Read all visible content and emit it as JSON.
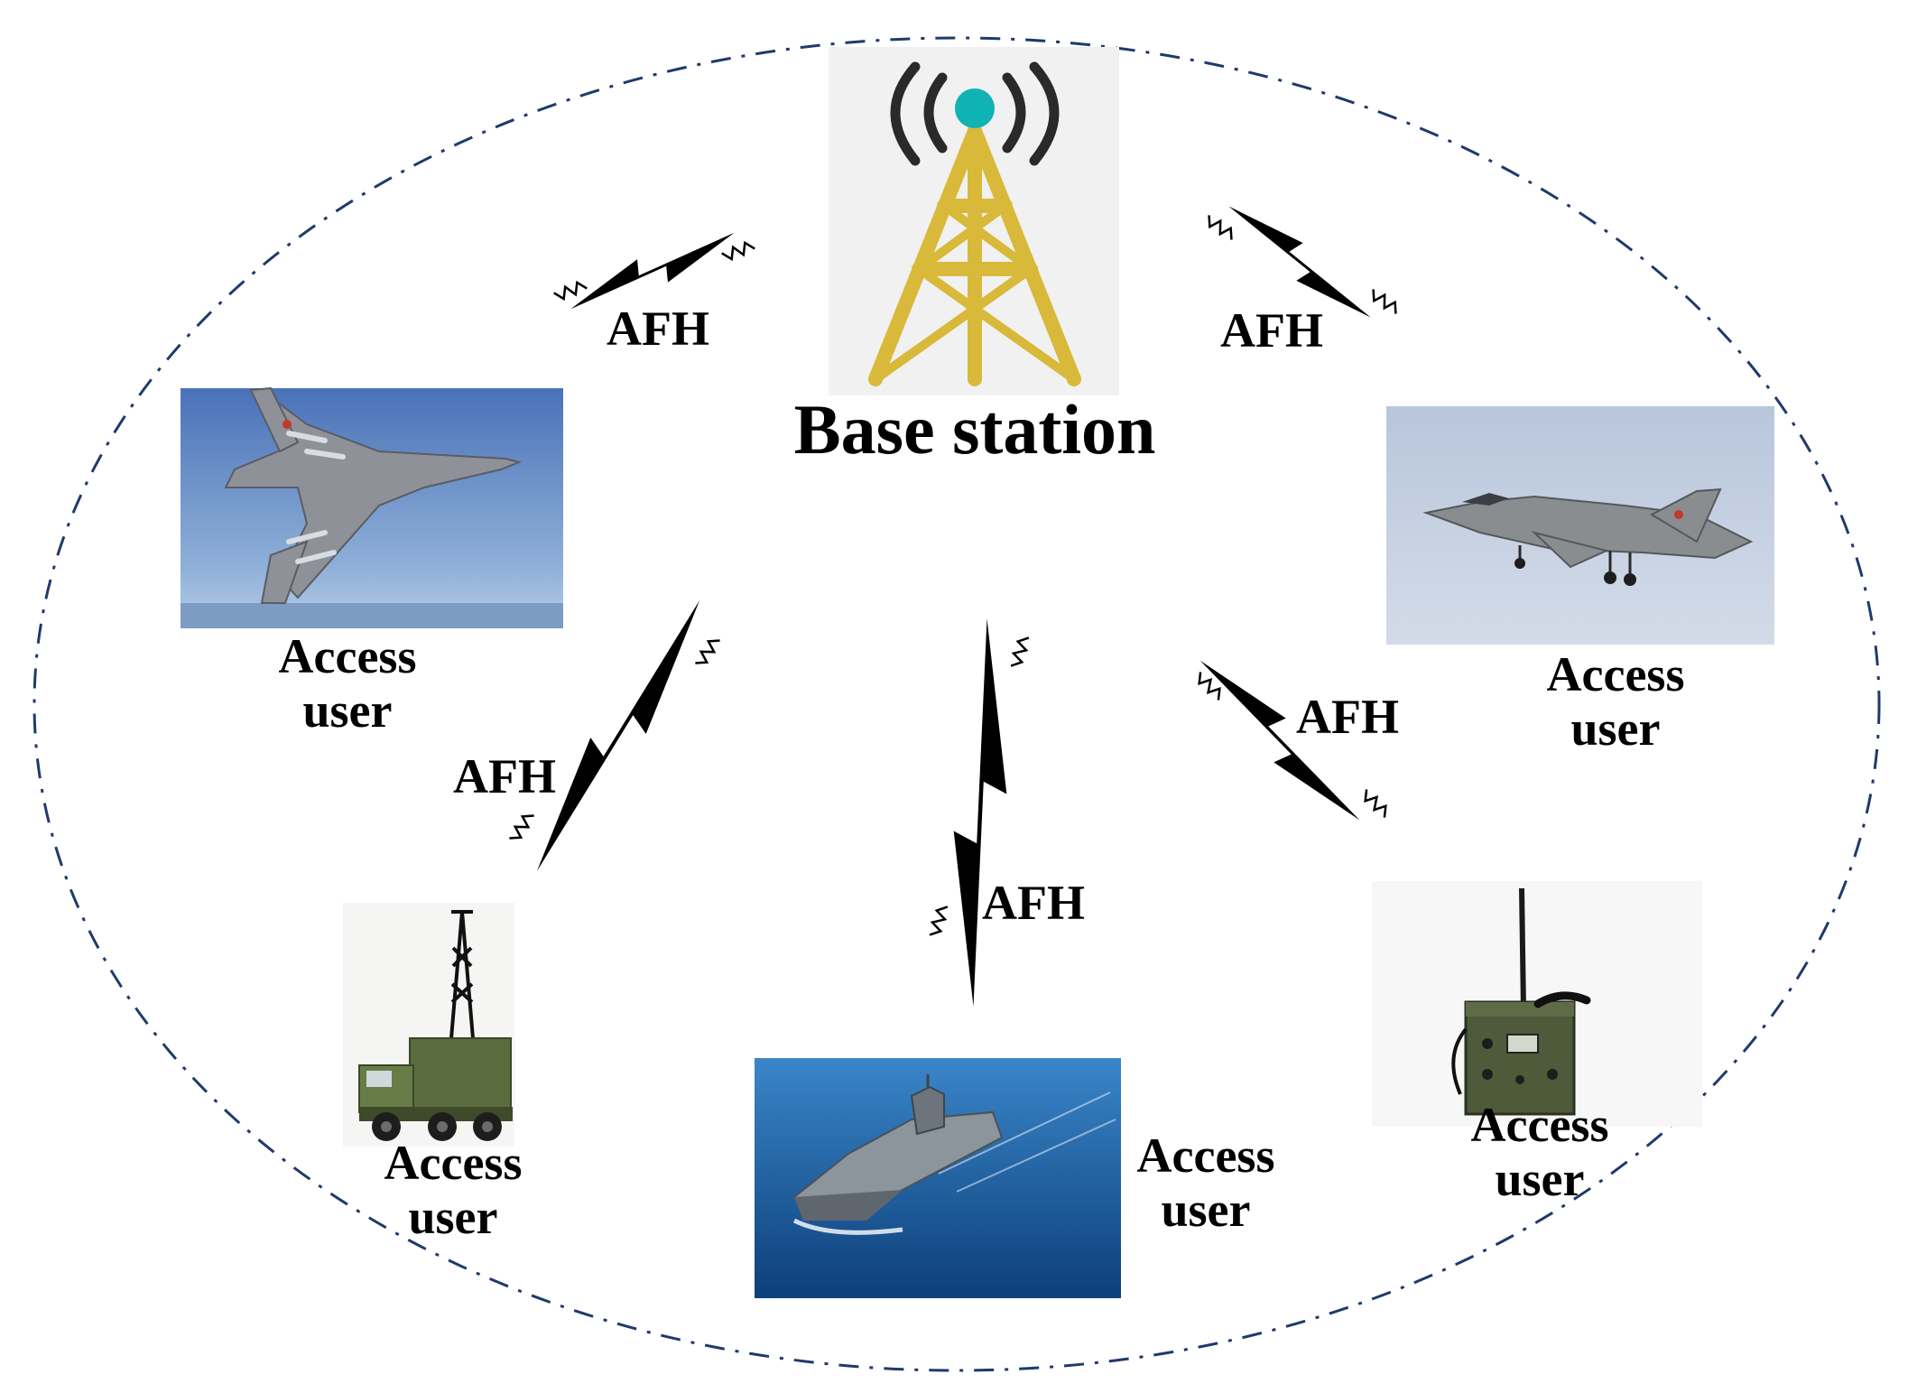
{
  "base_station": {
    "label": "Base station",
    "icon": "radio-tower-icon",
    "colors": {
      "tower": "#d9b93a",
      "beacon": "#0fb3b3",
      "waves": "#2a2a2a"
    }
  },
  "links": {
    "protocol_label": "AFH",
    "boundary_color": "#1f3a6b"
  },
  "users": [
    {
      "id": "top-left",
      "device": "fighter-jet-icon",
      "label_line1": "Access",
      "label_line2": "user"
    },
    {
      "id": "right",
      "device": "fighter-jet-icon",
      "label_line1": "Access",
      "label_line2": "user"
    },
    {
      "id": "bottom-left",
      "device": "military-truck-icon",
      "label_line1": "Access",
      "label_line2": "user"
    },
    {
      "id": "bottom-center",
      "device": "aircraft-carrier-icon",
      "label_line1": "Access",
      "label_line2": "user"
    },
    {
      "id": "bottom-right",
      "device": "field-radio-icon",
      "label_line1": "Access",
      "label_line2": "user"
    }
  ]
}
